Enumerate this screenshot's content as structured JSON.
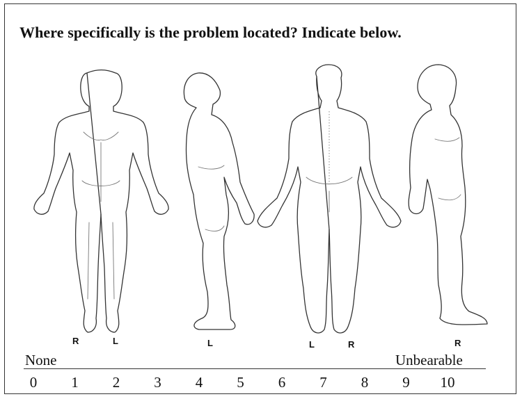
{
  "form": {
    "question": "Where specifically is the problem located? Indicate below."
  },
  "figures": {
    "front_labels": {
      "right": "R",
      "left": "L"
    },
    "side_left_label": "L",
    "back_labels": {
      "left": "L",
      "right": "R"
    },
    "side_right_label": "R"
  },
  "pain_scale": {
    "low_label": "None",
    "high_label": "Unbearable",
    "numbers": [
      "0",
      "1",
      "2",
      "3",
      "4",
      "5",
      "6",
      "7",
      "8",
      "9",
      "10"
    ]
  }
}
